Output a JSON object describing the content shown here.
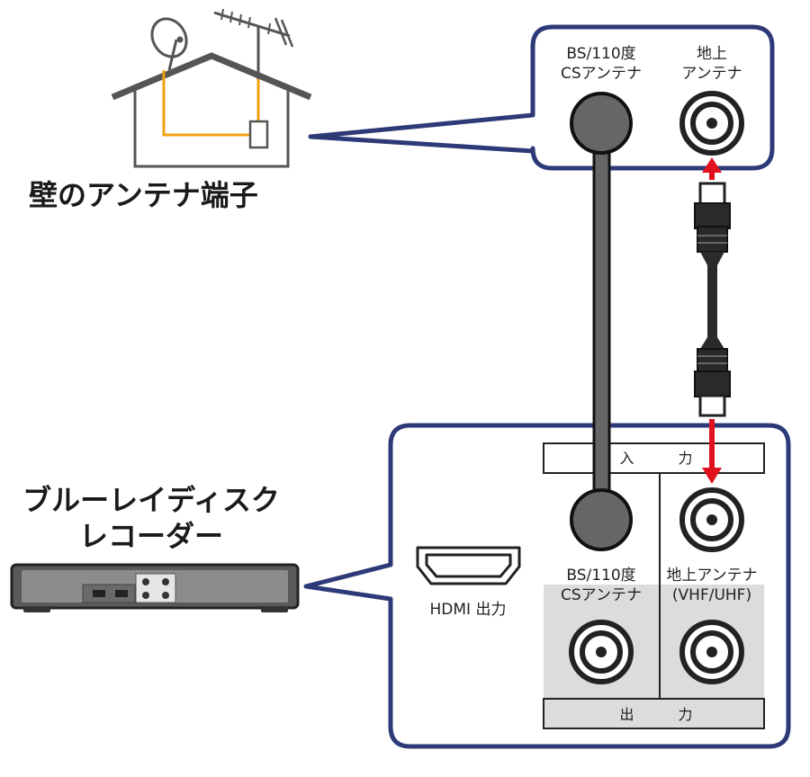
{
  "labels": {
    "wall_terminal": "壁のアンテナ端子",
    "recorder_line1": "ブルーレイディスク",
    "recorder_line2": "レコーダー",
    "wall_bs_line1": "BS/110度",
    "wall_bs_line2": "CSアンテナ",
    "wall_terr_line1": "地上",
    "wall_terr_line2": "アンテナ",
    "input_header": "入 力",
    "output_header": "出 力",
    "hdmi_out": "HDMI 出力",
    "rec_bs_line1": "BS/110度",
    "rec_bs_line2": "CSアンテナ",
    "rec_terr_line1": "地上アンテナ",
    "rec_terr_line2": "(VHF/UHF)"
  },
  "colors": {
    "panel_border": "#2e3a78",
    "feed_line": "#f0a010",
    "arrow": "#e0101f",
    "cable": "#2a2a2a",
    "shade": "#dcdcdc"
  }
}
